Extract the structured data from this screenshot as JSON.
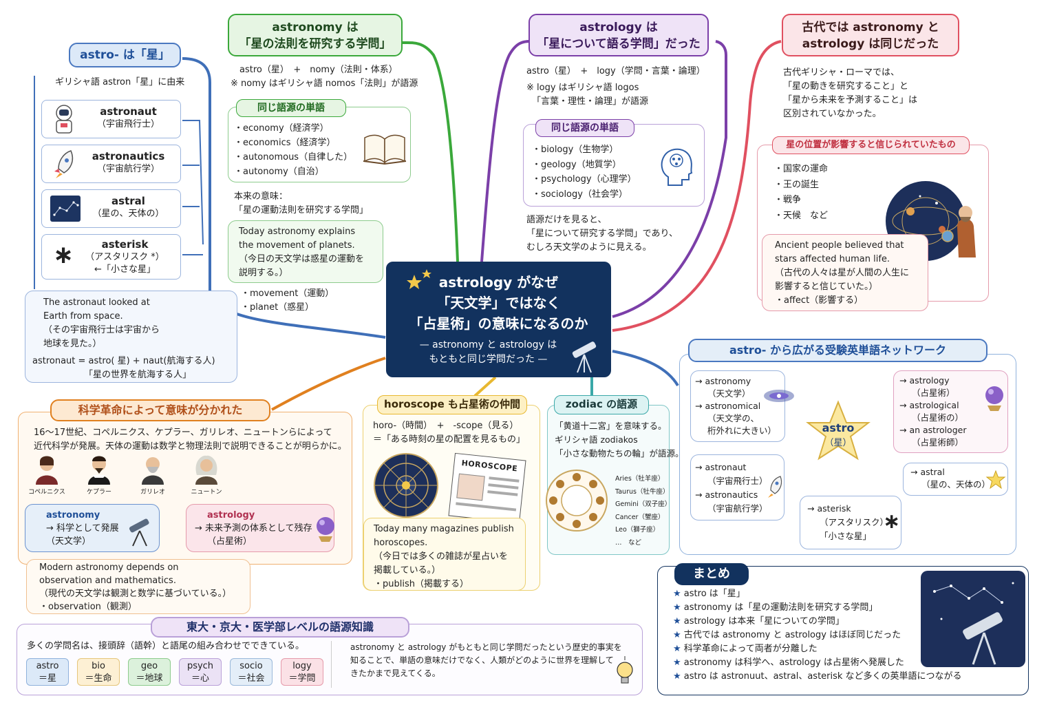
{
  "center": {
    "title_lines": [
      "astrology がなぜ",
      "「天文学」ではなく",
      "「占星術」の意味になるのか"
    ],
    "subtitle_lines": [
      "— astronomy と astrology は",
      "もともと同じ学問だった —"
    ]
  },
  "astro_star": {
    "title": "astro- は「星」",
    "origin": "ギリシャ語 astron「星」に由来",
    "words": [
      {
        "en": "astronaut",
        "ja": "（宇宙飛行士）",
        "icon": "astronaut-icon"
      },
      {
        "en": "astronautics",
        "ja": "（宇宙航行学）",
        "icon": "rocket-icon"
      },
      {
        "en": "astral",
        "ja": "（星の、天体の）",
        "icon": "star-map-icon"
      },
      {
        "en": "asterisk",
        "ja": "（アスタリスク *）",
        "ja2": "←「小さな星」",
        "icon": "asterisk-icon"
      }
    ],
    "example_lines": [
      "The astronaut looked at",
      "Earth from space.",
      "（その宇宙飛行士は宇宙から",
      "地球を見た。）"
    ],
    "formula_1": "astronaut = astro( 星) + naut(航海する人)",
    "formula_2": "「星の世界を航海する人」"
  },
  "astronomy": {
    "title_lines": [
      "astronomy は",
      "「星の法則を研究する学問」"
    ],
    "etymology": "astro（星）　+　nomy（法則・体系）",
    "note": "※ nomy はギリシャ語 nomos「法則」が語源",
    "related_title": "同じ語源の単語",
    "related": [
      "・economy（経済学）",
      "・economics（経済学）",
      "・autonomous（自律した）",
      "・autonomy（自治）"
    ],
    "meaning_lines": [
      "本来の意味：",
      "「星の運動法則を研究する学問」"
    ],
    "example_lines": [
      "Today astronomy explains",
      "the movement of planets.",
      "（今日の天文学は惑星の運動を",
      "説明する。）"
    ],
    "vocab": [
      "・movement（運動）",
      "・planet（惑星）"
    ]
  },
  "astrology": {
    "title_lines": [
      "astrology は",
      "「星について語る学問」だった"
    ],
    "etymology": "astro（星）　+　logy（学問・言葉・論理）",
    "note_lines": [
      "※ logy はギリシャ語 logos",
      "「言葉・理性・論理」が語源"
    ],
    "related_title": "同じ語源の単語",
    "related": [
      "・biology（生物学）",
      "・geology（地質学）",
      "・psychology（心理学）",
      "・sociology（社会学）"
    ],
    "comment_lines": [
      "語源だけを見ると、",
      "「星について研究する学問」であり、",
      "むしろ天文学のように見える。"
    ]
  },
  "ancient": {
    "title_lines": [
      "古代では astronomy と",
      "astrology は同じだった"
    ],
    "intro_lines": [
      "古代ギリシャ・ローマでは、",
      "「星の動きを研究すること」と",
      "「星から未来を予測すること」は",
      "区別されていなかった。"
    ],
    "influence_title": "星の位置が影響すると信じられていたもの",
    "influence": [
      "・国家の運命",
      "・王の誕生",
      "・戦争",
      "・天候　など"
    ],
    "example_lines": [
      "Ancient people believed that",
      "stars affected human life.",
      "（古代の人々は星が人間の人生に",
      "影響すると信じていた。）",
      "・affect（影響する）"
    ]
  },
  "revolution": {
    "title": "科学革命によって意味が分かれた",
    "intro_lines": [
      "16〜17世紀、コペルニクス、ケプラー、ガリレオ、ニュートンらによって",
      "近代科学が発展。天体の運動は数学と物理法則で説明できることが明らかに。"
    ],
    "scientists": [
      "コペルニクス",
      "ケプラー",
      "ガリレオ",
      "ニュートン"
    ],
    "astronomy_box": [
      "astronomy",
      "→ 科学として発展",
      "（天文学）"
    ],
    "astrology_box": [
      "astrology",
      "→ 未来予測の体系として残存",
      "（占星術）"
    ],
    "example_lines": [
      "Modern astronomy depends on",
      "observation and mathematics.",
      "（現代の天文学は観測と数学に基づいている。）",
      "・observation（観測）"
    ]
  },
  "horoscope": {
    "title": "horoscope も占星術の仲間",
    "etymology_lines": [
      "horo-（時間）　+　-scope（見る）",
      "＝「ある時刻の星の配置を見るもの」"
    ],
    "magazine_label": "HOROSCOPE",
    "example_lines": [
      "Today many magazines publish",
      "horoscopes.",
      "（今日では多くの雑誌が星占いを",
      "掲載している。）",
      "・publish（掲載する）"
    ]
  },
  "zodiac": {
    "title": "zodiac の語源",
    "intro_lines": [
      "「黄道十二宮」を意味する。",
      "ギリシャ語 zodiakos",
      "「小さな動物たちの輪」が語源。"
    ],
    "signs": [
      "Aries（牡羊座）",
      "Taurus（牡牛座）",
      "Gemini（双子座）",
      "Cancer（蟹座）",
      "Leo（獅子座）",
      "…　など"
    ]
  },
  "network": {
    "title": "astro- から広がる受験英単語ネットワーク",
    "center_lines": [
      "astro",
      "（星）"
    ],
    "group_1": [
      "→ astronomy",
      "（天文学）",
      "→ astronomical",
      "（天文学の、",
      "桁外れに大きい）"
    ],
    "group_2": [
      "→ astrology",
      "（占星術）",
      "→ astrological",
      "（占星術の）",
      "→ an astrologer",
      "（占星術師）"
    ],
    "group_3": [
      "→ astronaut",
      "（宇宙飛行士）",
      "→ astronautics",
      "（宇宙航行学）"
    ],
    "group_4": [
      "→ astral",
      "（星の、天体の）"
    ],
    "group_5": [
      "→ asterisk",
      "（アスタリスク）",
      "「小さな星」"
    ]
  },
  "summary": {
    "title": "まとめ",
    "items": [
      "astro は「星」",
      "astronomy は「星の運動法則を研究する学問」",
      "astrology は本来「星についての学問」",
      "古代では astronomy と astrology はほぼ同じだった",
      "科学革命によって両者が分離した",
      "astronomy は科学へ、astrology は占星術へ発展した",
      "astro は astronuut、astral、asterisk など多くの英単語につながる"
    ]
  },
  "knowledge": {
    "title": "東大・京大・医学部レベルの語源知識",
    "intro": "多くの学問名は、接頭辞（語幹）と語尾の組み合わせでできている。",
    "roots": [
      {
        "en": "astro",
        "ja": "＝星",
        "color": "#dce9f8",
        "border": "#8fb1dc"
      },
      {
        "en": "bio",
        "ja": "＝生命",
        "color": "#fdf0d4",
        "border": "#e5c57a"
      },
      {
        "en": "geo",
        "ja": "＝地球",
        "color": "#dcf1dc",
        "border": "#8ccb8c"
      },
      {
        "en": "psych",
        "ja": "＝心",
        "color": "#ebe2f5",
        "border": "#b9a0d8"
      },
      {
        "en": "socio",
        "ja": "＝社会",
        "color": "#e4eef8",
        "border": "#9ab8da"
      },
      {
        "en": "logy",
        "ja": "＝学問",
        "color": "#fbe1e6",
        "border": "#e59aaa"
      }
    ],
    "conclusion_lines": [
      "astronomy と astrology がもともと同じ学問だったという歴史的事実を",
      "知ることで、単語の意味だけでなく、人類がどのように世界を理解して",
      "きたかまで見えてくる。"
    ]
  },
  "colors": {
    "navy": "#12325e",
    "blue": "#3f6fb8",
    "green": "#3aa83a",
    "purple": "#7b3fa8",
    "red": "#e05060",
    "orange": "#e0801f",
    "yellow": "#e8b830",
    "teal": "#3aa8a8"
  }
}
